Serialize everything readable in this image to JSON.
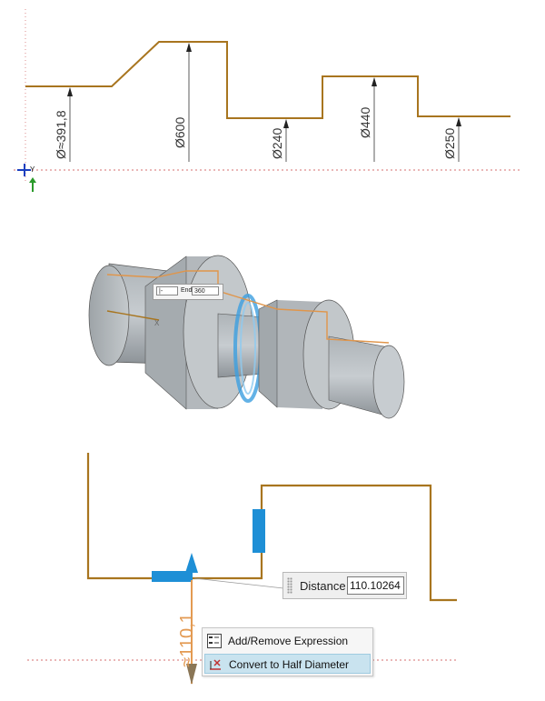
{
  "panel1": {
    "dimensions": [
      {
        "label": "Ø≈391,8"
      },
      {
        "label": "Ø600"
      },
      {
        "label": "Ø240"
      },
      {
        "label": "Ø440"
      },
      {
        "label": "Ø250"
      }
    ],
    "origin_axis_label": "Y"
  },
  "panel2": {
    "mini_toolbar": {
      "type_value": "|-",
      "end_label": "End",
      "end_value": "360"
    },
    "axis_label": "X"
  },
  "panel3": {
    "distance_label": "Distance",
    "distance_value": "110.10264",
    "approx_label": "≈110,1",
    "context_menu": [
      {
        "label": "Add/Remove Expression",
        "icon": "expression-icon"
      },
      {
        "label": "Convert to Half Diameter",
        "icon": "half-diameter-icon"
      }
    ]
  },
  "colors": {
    "profile": "#a8751f",
    "accent_blue": "#1e8fd6",
    "approx_orange": "#e39a52",
    "axis_red": "#c84040",
    "menu_highlight": "#c9e3ef"
  }
}
